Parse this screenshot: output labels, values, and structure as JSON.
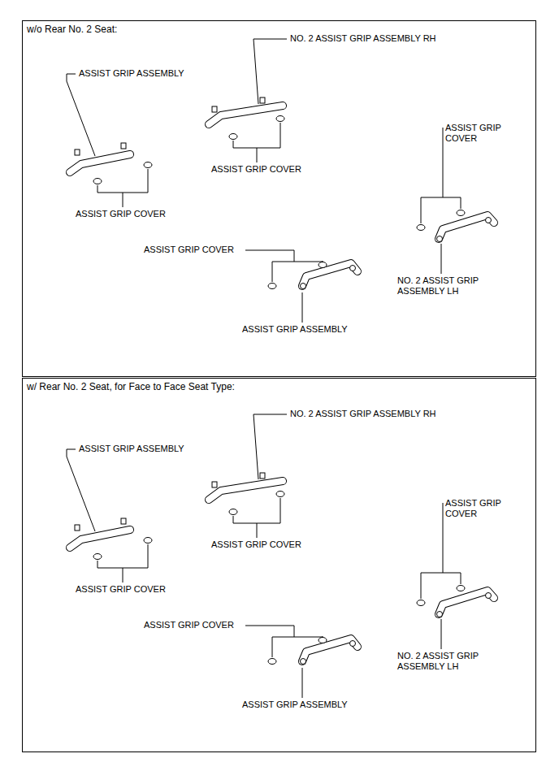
{
  "diagram": {
    "nodes": [
      {
        "text": [
          "w/o Rear No. 2 Seat:"
        ]
      },
      {
        "text": [
          "w/ Rear No. 2 Seat, for Face to Face Seat Type:"
        ]
      }
    ],
    "labels": [
      "ASSIST GRIP ASSEMBLY",
      "NO. 2 ASSIST GRIP ASSEMBLY RH",
      "ASSIST GRIP COVER",
      "ASSIST GRIP COVER",
      "ASSIST GRIP COVER",
      "ASSIST GRIP COVER",
      "NO. 2 ASSIST GRIP ASSEMBLY LH",
      "ASSIST GRIP ASSEMBLY",
      "ASSIST GRIP ASSEMBLY",
      "NO. 2 ASSIST GRIP ASSEMBLY RH",
      "ASSIST GRIP COVER",
      "ASSIST GRIP COVER",
      "ASSIST GRIP COVER",
      "ASSIST GRIP COVER",
      "NO. 2 ASSIST GRIP ASSEMBLY LH",
      "ASSIST GRIP ASSEMBLY"
    ]
  }
}
